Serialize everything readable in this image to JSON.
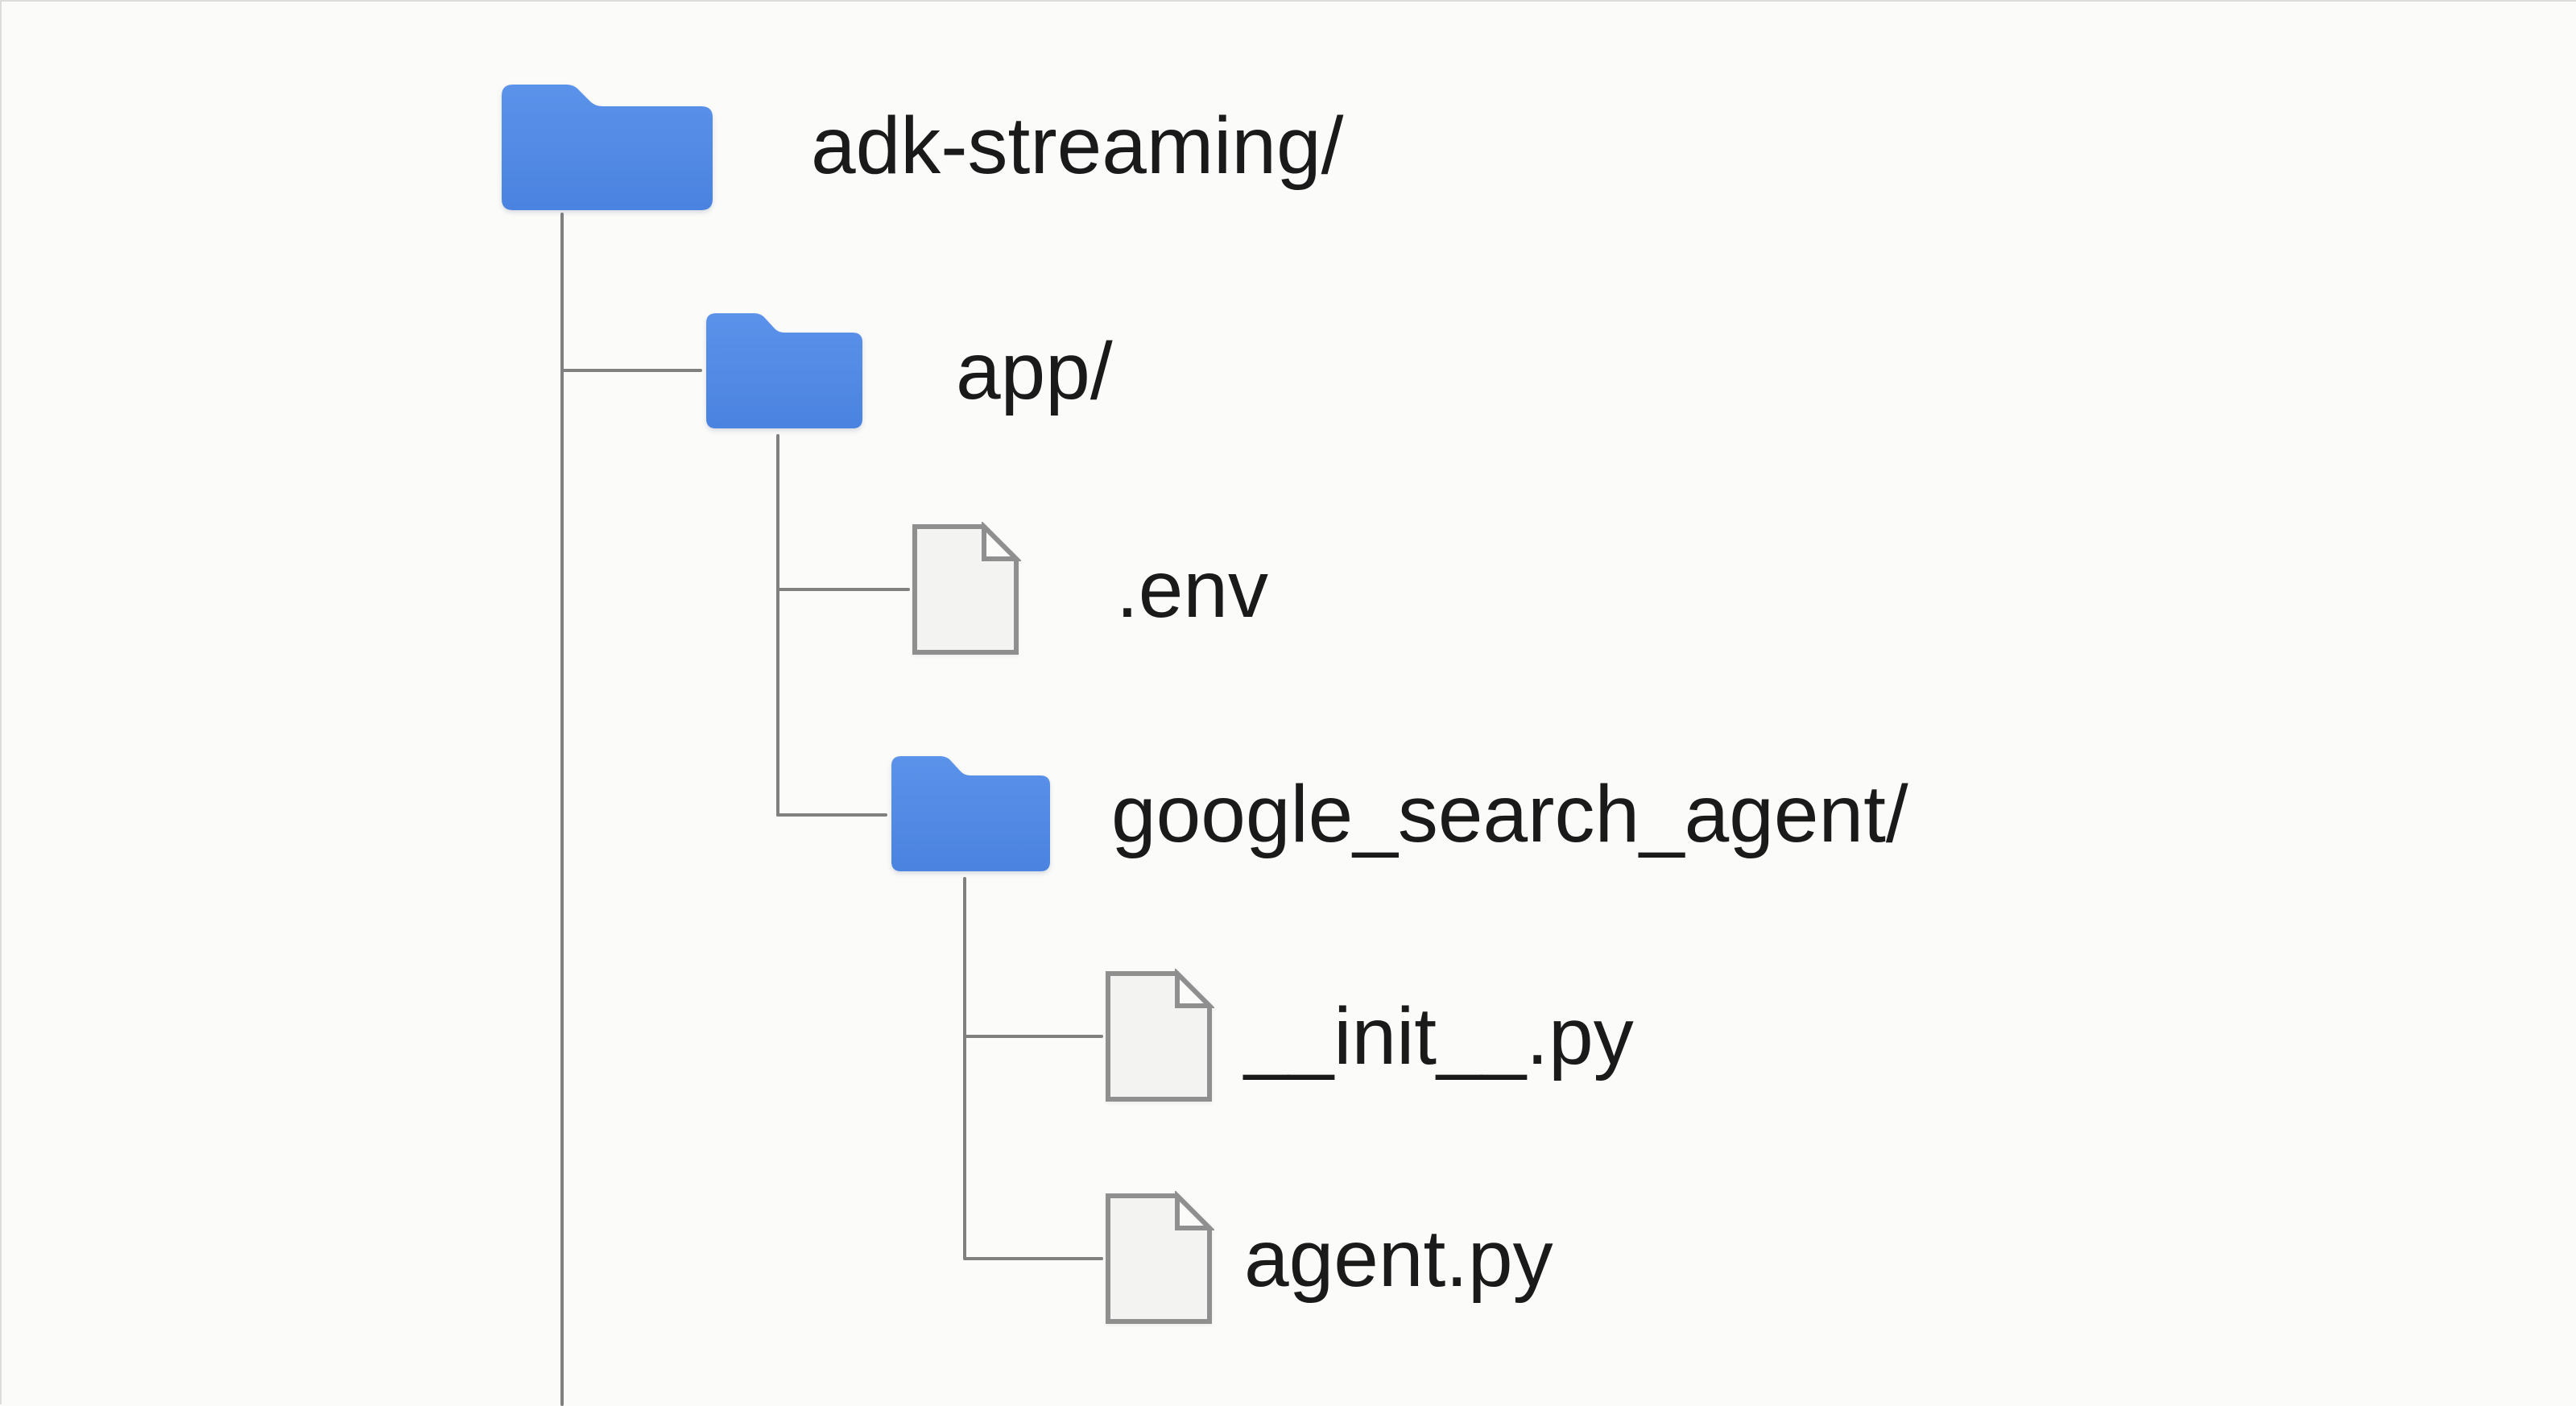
{
  "tree": {
    "nodes": [
      {
        "label": "adk-streaming/",
        "type": "folder",
        "depth": 0
      },
      {
        "label": "app/",
        "type": "folder",
        "depth": 1
      },
      {
        "label": ".env",
        "type": "file",
        "depth": 2
      },
      {
        "label": "google_search_agent/",
        "type": "folder",
        "depth": 2
      },
      {
        "label": "__init__.py",
        "type": "file",
        "depth": 3
      },
      {
        "label": "agent.py",
        "type": "file",
        "depth": 3
      }
    ]
  },
  "icons": {
    "folder": "folder-icon",
    "file": "file-icon"
  },
  "colors": {
    "background": "#fbfbf9",
    "folder_blue_top": "#5b92ea",
    "folder_blue_bottom": "#4a83e0",
    "file_fill": "#f3f3f1",
    "file_fold_fill": "#fbfbfa",
    "file_border": "#8f8f8f",
    "connector": "#808080",
    "text": "#1a1a1a",
    "frame_border": "#dcdcd8"
  }
}
